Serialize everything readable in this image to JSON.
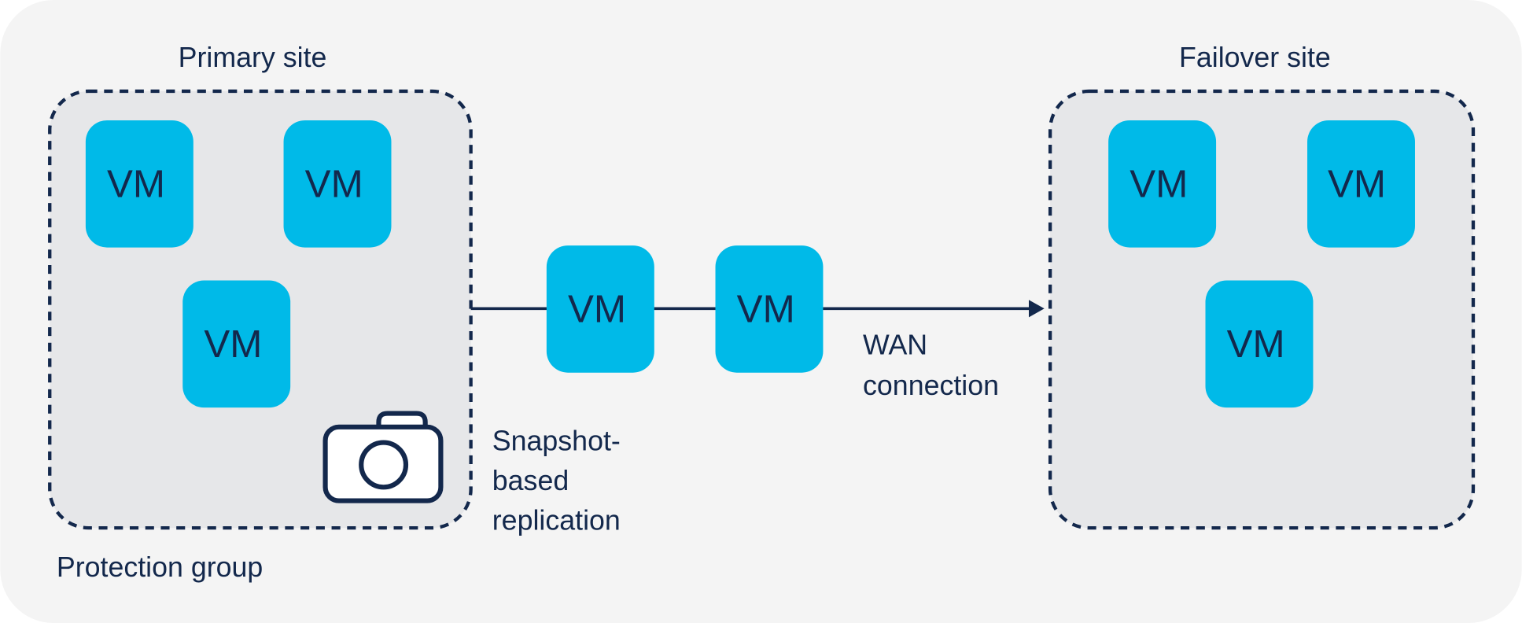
{
  "diagram": {
    "primary_site": {
      "title": "Primary site",
      "group_label": "Protection group",
      "vms": [
        "VM",
        "VM",
        "VM"
      ]
    },
    "failover_site": {
      "title": "Failover site",
      "vms": [
        "VM",
        "VM",
        "VM"
      ]
    },
    "transit_vms": [
      "VM",
      "VM"
    ],
    "replication_label": [
      "Snapshot-",
      "based",
      "replication"
    ],
    "wan_label": [
      "WAN",
      "connection"
    ],
    "icons": {
      "snapshot": "camera-icon",
      "flow": "arrow-right-icon"
    },
    "colors": {
      "background": "#f4f4f4",
      "group_fill": "#e6e7e9",
      "vm_fill": "#00bae8",
      "ink": "#13284c"
    }
  }
}
